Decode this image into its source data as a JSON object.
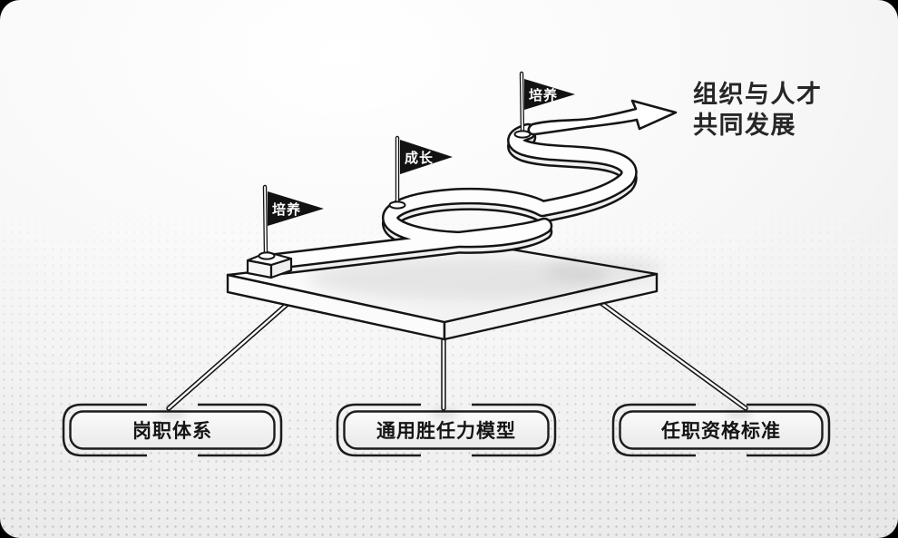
{
  "colors": {
    "ink": "#1a1a1a",
    "road_surface": "#fdfdfd",
    "flag_fill": "#121212",
    "flag_text": "#ffffff",
    "bg_top": "#ffffff",
    "bg_bottom": "#dedede",
    "box_fill_top": "#fbfbfb",
    "box_fill_bottom": "#e9e9e9"
  },
  "journey": {
    "flags": [
      {
        "label": "培养"
      },
      {
        "label": "成长"
      },
      {
        "label": "培养"
      }
    ],
    "goal": {
      "line1": "组织与人才",
      "line2": "共同发展"
    }
  },
  "foundations": [
    {
      "label": "岗职体系"
    },
    {
      "label": "通用胜任力模型"
    },
    {
      "label": "任职资格标准"
    }
  ]
}
